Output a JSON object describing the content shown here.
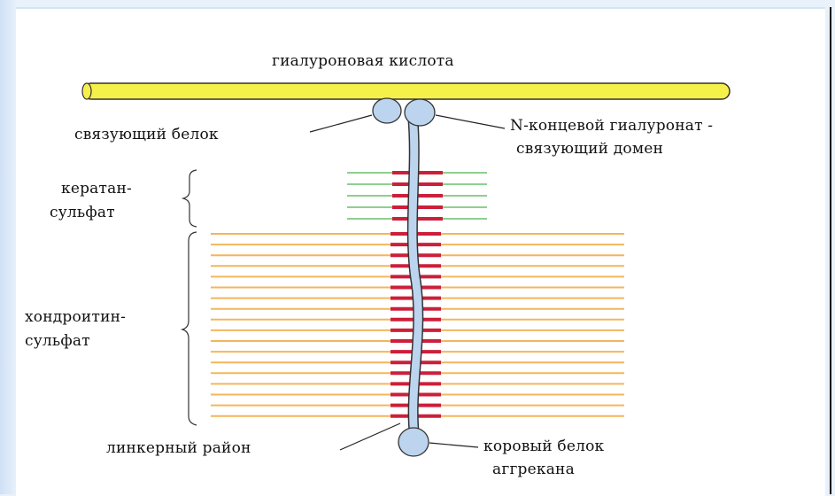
{
  "labels": {
    "hyaluronic_acid": "гиалуроновая кислота",
    "link_protein": "связующий белок",
    "n_terminal_line1": "N-концевой гиалуронат -",
    "n_terminal_line2": "связующий домен",
    "keratan_line1": "кератан-",
    "keratan_line2": "сульфат",
    "chondroitin_line1": "хондроитин-",
    "chondroitin_line2": "сульфат",
    "linker_region": "линкерный район",
    "core_protein_line1": "коровый белок",
    "core_protein_line2": "аггрекана"
  },
  "colors": {
    "hyaluronic_acid": "#f6f04a",
    "hyaluronic_stroke": "#333333",
    "protein": "#bcd4ee",
    "protein_stroke": "#333333",
    "keratan_chain": "#8fcf8f",
    "chondroitin_chain": "#f3b65c",
    "attachment": "#cc1f3a"
  }
}
